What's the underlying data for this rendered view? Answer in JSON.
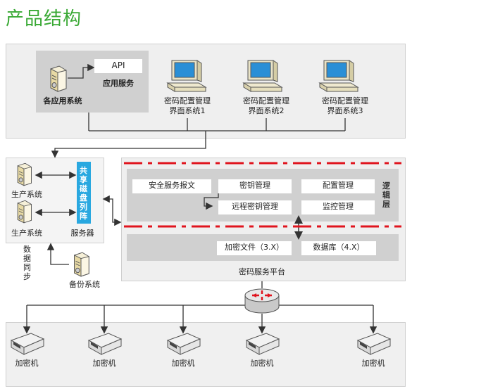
{
  "title": "产品结构",
  "top": {
    "app_system": "各应用系统",
    "api": "API",
    "app_service": "应用服务",
    "mgmt_ui": [
      {
        "line1": "密码配置管理",
        "line2": "界面系统1"
      },
      {
        "line1": "密码配置管理",
        "line2": "界面系统2"
      },
      {
        "line1": "密码配置管理",
        "line2": "界面系统3"
      }
    ]
  },
  "left": {
    "production_1": "生产系统",
    "production_2": "生产系统",
    "shared_array": "共享磁盘列阵",
    "server": "服务器",
    "data_sync": "数据同步",
    "backup": "备份系统"
  },
  "platform": {
    "logic_boxes": {
      "secure_message": "安全服务报文",
      "key_mgmt": "密钥管理",
      "config_mgmt": "配置管理",
      "remote_key_mgmt": "远程密钥管理",
      "monitor_mgmt": "监控管理"
    },
    "logic_layer": "逻辑层",
    "storage": {
      "encrypted_file": "加密文件（3.X）",
      "database": "数据库（4.X）"
    },
    "name": "密码服务平台"
  },
  "bottom": {
    "machines": [
      "加密机",
      "加密机",
      "加密机",
      "加密机",
      "加密机"
    ]
  },
  "colors": {
    "title_green": "#3aa935",
    "dash_red": "#e0141e",
    "shared_blue": "#29a8e0"
  }
}
